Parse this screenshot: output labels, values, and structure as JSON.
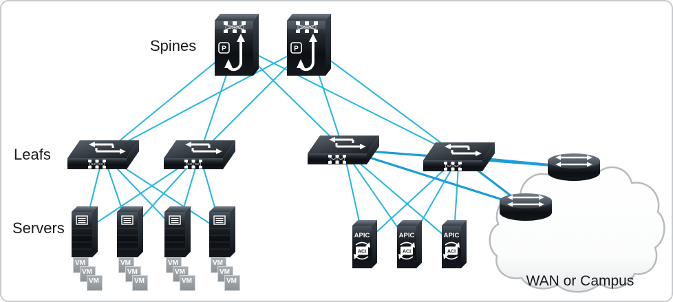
{
  "diagram": {
    "labels": {
      "spines": "Spines",
      "leafs": "Leafs",
      "servers": "Servers",
      "wan": "WAN or Campus",
      "vm": "VM",
      "apic": "APIC",
      "aci": "ACI",
      "p": "P"
    },
    "colors": {
      "link": "#2bb8e2",
      "wan_link": "#1d9cd8",
      "chassis_dark": "#0c0f13",
      "vm_gray": "#9aa0a4",
      "cloud_stroke": "#b7bbbf"
    },
    "nodes": {
      "spines": [
        "spine-1",
        "spine-2"
      ],
      "leafs": [
        "leaf-1",
        "leaf-2",
        "leaf-3",
        "leaf-4"
      ],
      "servers": [
        "server-1",
        "server-2",
        "server-3",
        "server-4"
      ],
      "apics": [
        "apic-1",
        "apic-2",
        "apic-3"
      ],
      "routers": [
        "router-1",
        "router-2"
      ],
      "vm_per_server": 3
    },
    "edges": [
      {
        "from": "spine-1",
        "to": "leaf-1",
        "kind": "fabric"
      },
      {
        "from": "spine-1",
        "to": "leaf-2",
        "kind": "fabric"
      },
      {
        "from": "spine-1",
        "to": "leaf-3",
        "kind": "fabric"
      },
      {
        "from": "spine-1",
        "to": "leaf-4",
        "kind": "fabric"
      },
      {
        "from": "spine-2",
        "to": "leaf-1",
        "kind": "fabric"
      },
      {
        "from": "spine-2",
        "to": "leaf-2",
        "kind": "fabric"
      },
      {
        "from": "spine-2",
        "to": "leaf-3",
        "kind": "fabric"
      },
      {
        "from": "spine-2",
        "to": "leaf-4",
        "kind": "fabric"
      },
      {
        "from": "leaf-1",
        "to": "server-1",
        "kind": "access"
      },
      {
        "from": "leaf-1",
        "to": "server-2",
        "kind": "access"
      },
      {
        "from": "leaf-1",
        "to": "server-3",
        "kind": "access"
      },
      {
        "from": "leaf-1",
        "to": "server-4",
        "kind": "access"
      },
      {
        "from": "leaf-2",
        "to": "server-1",
        "kind": "access"
      },
      {
        "from": "leaf-2",
        "to": "server-2",
        "kind": "access"
      },
      {
        "from": "leaf-2",
        "to": "server-3",
        "kind": "access"
      },
      {
        "from": "leaf-2",
        "to": "server-4",
        "kind": "access"
      },
      {
        "from": "leaf-3",
        "to": "apic-1",
        "kind": "access"
      },
      {
        "from": "leaf-3",
        "to": "apic-2",
        "kind": "access"
      },
      {
        "from": "leaf-3",
        "to": "apic-3",
        "kind": "access"
      },
      {
        "from": "leaf-4",
        "to": "apic-1",
        "kind": "access"
      },
      {
        "from": "leaf-4",
        "to": "apic-2",
        "kind": "access"
      },
      {
        "from": "leaf-4",
        "to": "apic-3",
        "kind": "access"
      },
      {
        "from": "leaf-3",
        "to": "router-1",
        "kind": "wan"
      },
      {
        "from": "leaf-3",
        "to": "router-2",
        "kind": "wan"
      },
      {
        "from": "leaf-4",
        "to": "router-1",
        "kind": "wan"
      },
      {
        "from": "leaf-4",
        "to": "router-2",
        "kind": "wan"
      }
    ]
  }
}
